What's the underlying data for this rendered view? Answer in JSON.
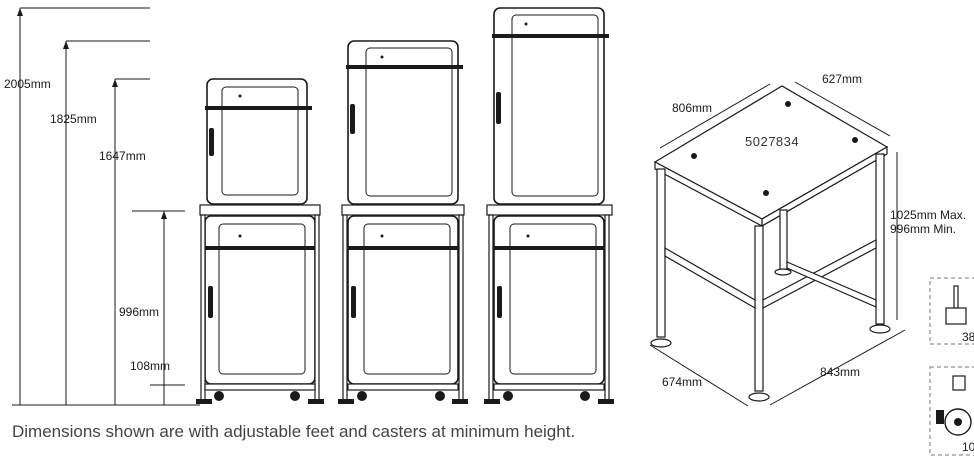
{
  "heights": {
    "h2005": "2005mm",
    "h1825": "1825mm",
    "h1647": "1647mm",
    "h996": "996mm",
    "h108": "108mm"
  },
  "stand": {
    "top_depth": "806mm",
    "top_width": "627mm",
    "model_number": "5027834",
    "height_max": "1025mm Max.",
    "height_min": "996mm Min.",
    "base_depth": "674mm",
    "base_width": "843mm"
  },
  "inset": {
    "foot_value_partial": "38",
    "caster_value_partial": "10"
  },
  "caption": "Dimensions shown are with adjustable feet and casters at minimum height."
}
